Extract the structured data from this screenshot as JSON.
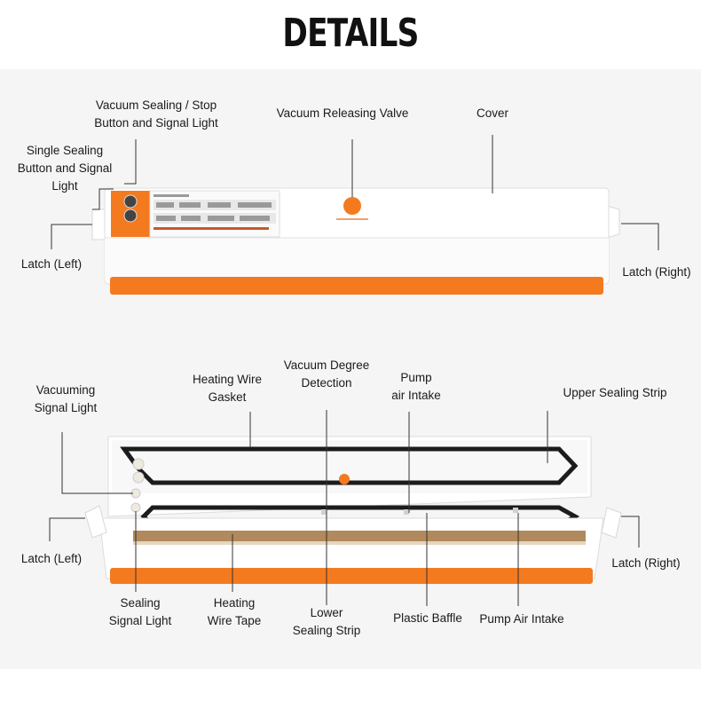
{
  "page": {
    "title": "DETAILS"
  },
  "top_diagram": {
    "callouts": {
      "vacuum_sealing_stop": [
        "Vacuum Sealing / Stop",
        "Button and Signal Light"
      ],
      "single_sealing": [
        "Single Sealing",
        "Button and Signal",
        "Light"
      ],
      "vacuum_releasing_valve": [
        "Vacuum  Releasing Valve"
      ],
      "cover": [
        "Cover"
      ],
      "latch_left": [
        "Latch (Left)"
      ],
      "latch_right": [
        "Latch (Right)"
      ]
    }
  },
  "bottom_diagram": {
    "callouts": {
      "vacuuming_signal_light": [
        "Vacuuming",
        "Signal Light"
      ],
      "heating_wire_gasket": [
        "Heating Wire",
        "Gasket"
      ],
      "vacuum_degree_detection": [
        "Vacuum  Degree",
        "Detection"
      ],
      "pump_air_intake_top": [
        "Pump",
        "air Intake"
      ],
      "upper_sealing_strip": [
        "Upper Sealing Strip"
      ],
      "latch_left": [
        "Latch (Left)"
      ],
      "latch_right": [
        "Latch (Right)"
      ],
      "sealing_signal_light": [
        "Sealing",
        "Signal Light"
      ],
      "heating_wire_tape": [
        "Heating",
        "Wire Tape"
      ],
      "lower_sealing_strip": [
        "Lower",
        "Sealing Strip"
      ],
      "plastic_baffle": [
        "Plastic Baffle"
      ],
      "pump_air_intake_bottom": [
        "Pump  Air Intake"
      ]
    }
  },
  "colors": {
    "accent_orange": "#f47a20",
    "device_white": "#ffffff",
    "gasket_black": "#1c1c1c",
    "panel_bg": "#f5f5f5"
  }
}
